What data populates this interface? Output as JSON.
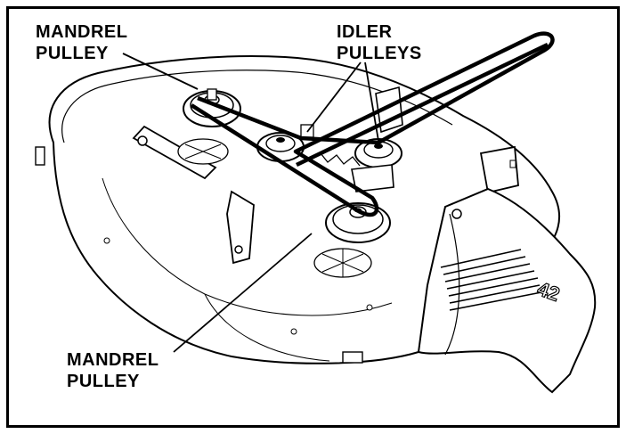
{
  "labels": {
    "mandrel_top_line1": "MANDREL",
    "mandrel_top_line2": "PULLEY",
    "idler_line1": "IDLER",
    "idler_line2": "PULLEYS",
    "mandrel_bottom_line1": "MANDREL",
    "mandrel_bottom_line2": "PULLEY",
    "deck_size_marking": "42"
  },
  "colors": {
    "ink": "#000000",
    "paper": "#ffffff"
  }
}
